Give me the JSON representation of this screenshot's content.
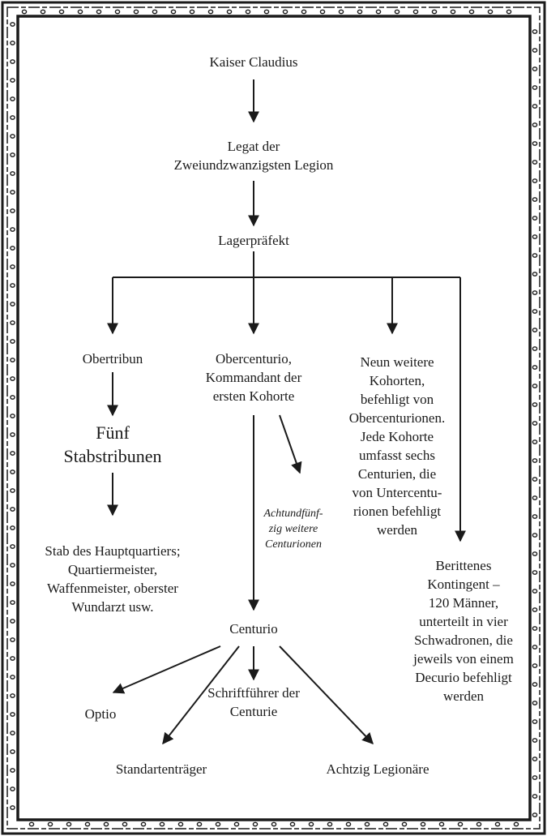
{
  "nodes": {
    "kaiser": [
      "Kaiser Claudius"
    ],
    "legat": [
      "Legat der",
      "Zweiundzwanzigsten Legion"
    ],
    "lagerpraefekt": [
      "Lagerpräfekt"
    ],
    "obertribun": [
      "Obertribun"
    ],
    "obercenturio": [
      "Obercenturio,",
      "Kommandant der",
      "ersten Kohorte"
    ],
    "neun_kohorten": [
      "Neun weitere",
      "Kohorten,",
      "befehligt von",
      "Obercenturionen.",
      "Jede Kohorte",
      "umfasst sechs",
      "Centurien, die",
      "von Untercentu-",
      "rionen befehligt",
      "werden"
    ],
    "fuenf_stabstribunen": [
      "Fünf",
      "Stabstribunen"
    ],
    "achtundfuenfzig": [
      "Achtundfünf-",
      "zig weitere",
      "Centurionen"
    ],
    "stab": [
      "Stab des Hauptquartiers;",
      "Quartiermeister,",
      "Waffenmeister, oberster",
      "Wundarzt usw."
    ],
    "berittenes": [
      "Berittenes",
      "Kontingent –",
      "120 Männer,",
      "unterteilt in vier",
      "Schwadronen, die",
      "jeweils von einem",
      "Decurio befehligt",
      "werden"
    ],
    "centurio": [
      "Centurio"
    ],
    "optio": [
      "Optio"
    ],
    "schriftfuehrer": [
      "Schriftführer der",
      "Centurie"
    ],
    "standartentraeger": [
      "Standartenträger"
    ],
    "achtzig": [
      "Achtzig Legionäre"
    ]
  },
  "colors": {
    "ink": "#1a1a1a",
    "background": "#ffffff"
  }
}
